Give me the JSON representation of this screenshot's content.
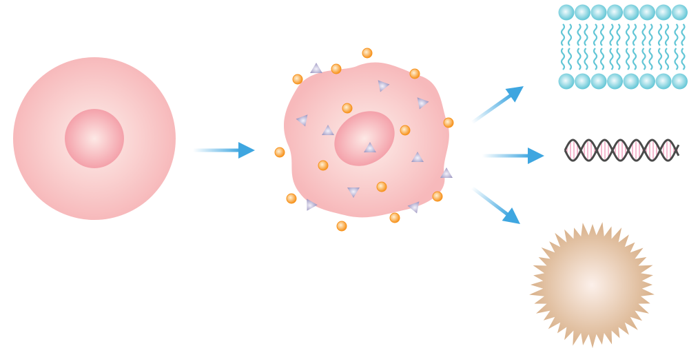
{
  "colors": {
    "cell_outer": "#f7b9bb",
    "cell_center": "#fdeeea",
    "nucleus": "#f4a1aa",
    "arrow": "#3ea6e0",
    "orange_particle": "#f7931e",
    "triangle_particle": "#9b95c0",
    "membrane": "#62c6d6",
    "dna_strand": "#4a4a4a",
    "dna_base": "#f08cb0",
    "spiky_cell": "#d8b089"
  },
  "icons": [
    "healthy-cell",
    "stressed-cell",
    "lipid-bilayer",
    "dna-helix",
    "spiky-cell"
  ]
}
